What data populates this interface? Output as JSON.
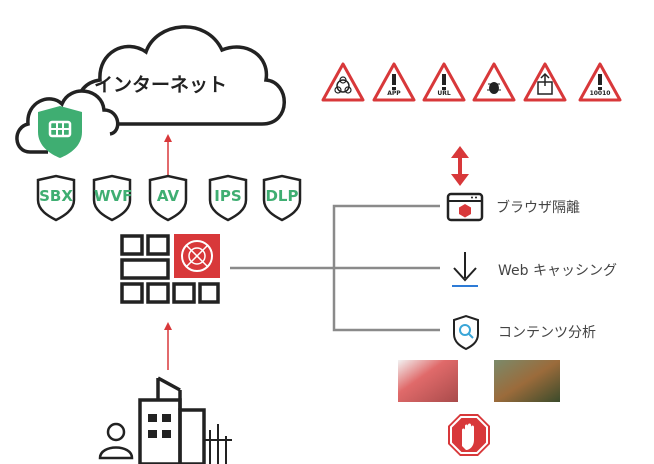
{
  "cloud": {
    "label": "インターネット"
  },
  "security_services": [
    {
      "label": "SBX"
    },
    {
      "label": "WVF"
    },
    {
      "label": "AV"
    },
    {
      "label": "IPS"
    },
    {
      "label": "DLP"
    }
  ],
  "threat_icons": [
    {
      "icon": "biohazard-warning-icon",
      "text": ""
    },
    {
      "icon": "app-warning-icon",
      "text": "APP"
    },
    {
      "icon": "url-warning-icon",
      "text": "URL"
    },
    {
      "icon": "bug-warning-icon",
      "text": ""
    },
    {
      "icon": "package-warning-icon",
      "text": ""
    },
    {
      "icon": "binary-warning-icon",
      "text": "10010"
    }
  ],
  "features": [
    {
      "icon": "browser-isolation-icon",
      "label": "ブラウザ隔離"
    },
    {
      "icon": "download-cache-icon",
      "label": "Web キャッシング"
    },
    {
      "icon": "shield-search-icon",
      "label": "コンテンツ分析"
    }
  ],
  "colors": {
    "accent_red": "#d8383a",
    "accent_green": "#3fae72",
    "line_gray": "#8a8a8a"
  }
}
